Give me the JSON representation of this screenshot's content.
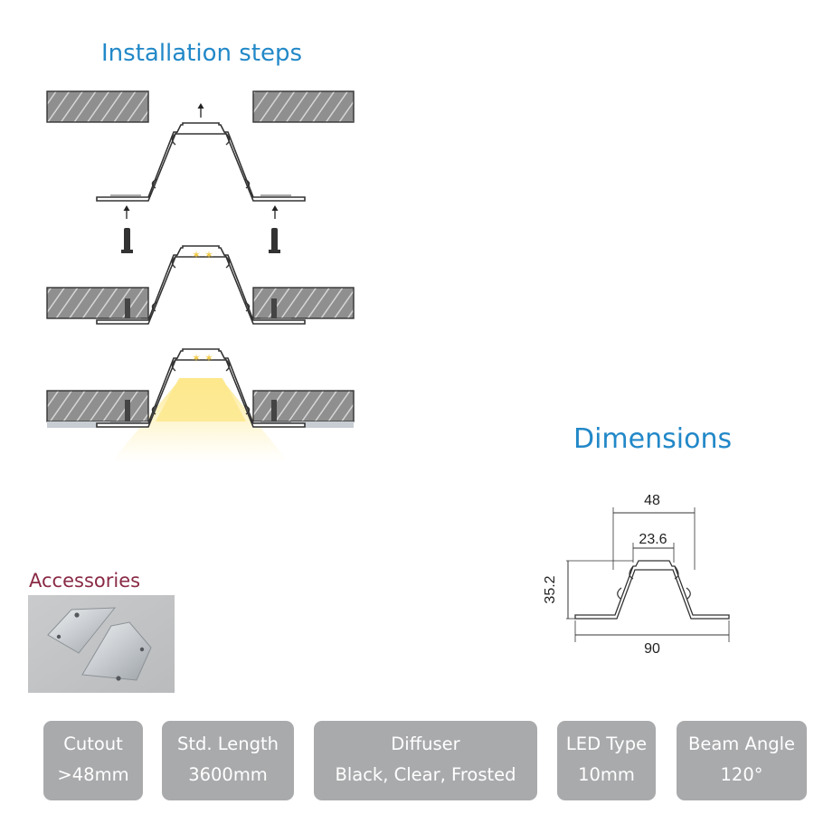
{
  "installation": {
    "title": "Installation steps"
  },
  "dimensions": {
    "title": "Dimensions",
    "labels": {
      "top_width": "48",
      "diffuser_width": "23.6",
      "height": "35.2",
      "total_width": "90"
    }
  },
  "accessories": {
    "title": "Accessories"
  },
  "specs": [
    {
      "label": "Cutout",
      "value": ">48mm"
    },
    {
      "label": "Std. Length",
      "value": "3600mm"
    },
    {
      "label": "Diffuser",
      "value": "Black, Clear, Frosted"
    },
    {
      "label": "LED Type",
      "value": "10mm"
    },
    {
      "label": "Beam Angle",
      "value": "120°"
    }
  ],
  "colors": {
    "heading": "#2288c8",
    "accessories_heading": "#8a2a45",
    "spec_box": "#a9aaac",
    "light_beam": "#fde88c"
  }
}
